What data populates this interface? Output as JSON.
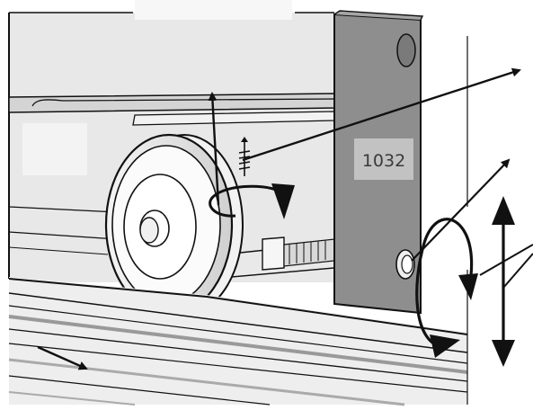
{
  "figure": {
    "part_label": "1032"
  },
  "colors": {
    "ink": "#111111",
    "background": "#ffffff",
    "wall_shade": "#e6e6e6",
    "bracket": "#8c8c8c",
    "bracket_dark": "#6e6e6e",
    "label_box": "#bdbdbd",
    "rail_light": "#d9d9d9",
    "rail_mid": "#c4c4c4"
  },
  "icons": {
    "rotation_arrows": "curved-arrow",
    "direction_arrows": "straight-arrow",
    "adjust_arrow": "double-headed-arrow"
  }
}
